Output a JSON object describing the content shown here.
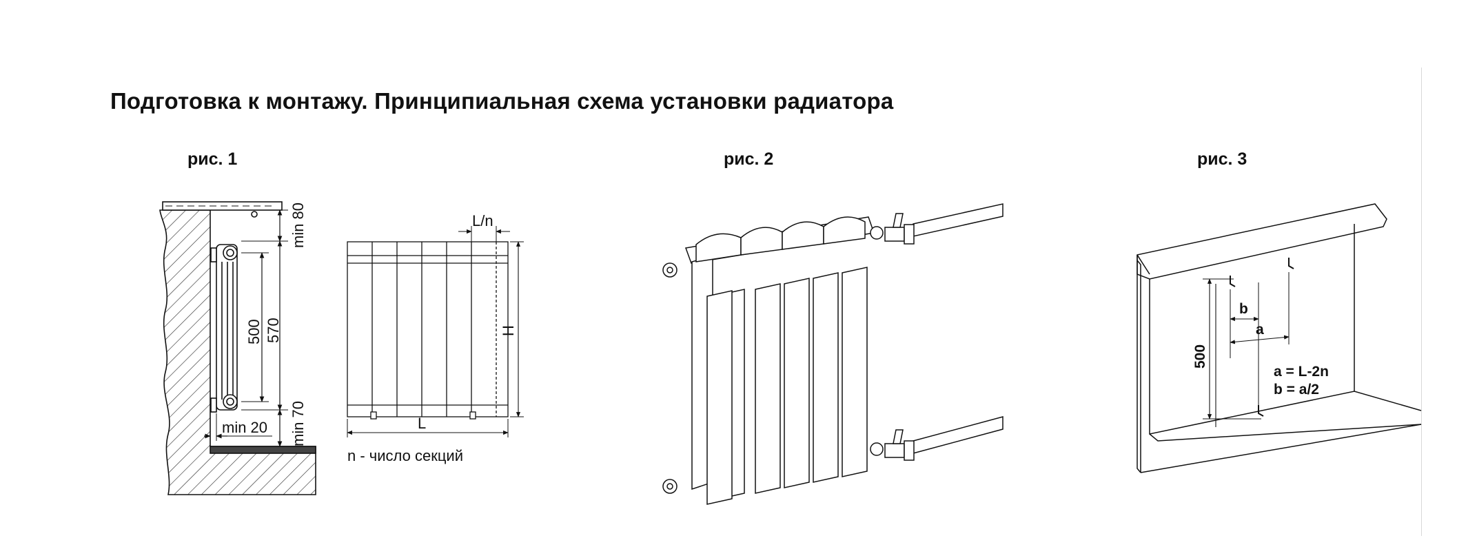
{
  "title": "Подготовка к монтажу. Принципиальная схема установки радиатора",
  "figures": {
    "fig1": {
      "caption": "рис. 1",
      "dims": {
        "min80": "min 80",
        "d500": "500",
        "d570": "570",
        "min70": "min 70",
        "min20": "min 20",
        "Ln": "L/n",
        "H": "H",
        "L": "L"
      },
      "note": "n - число секций"
    },
    "fig2": {
      "caption": "рис. 2"
    },
    "fig3": {
      "caption": "рис. 3",
      "labels": {
        "d500": "500",
        "b": "b",
        "a": "a",
        "formula_a": "a = L-2n",
        "formula_b": "b = a/2"
      }
    }
  }
}
